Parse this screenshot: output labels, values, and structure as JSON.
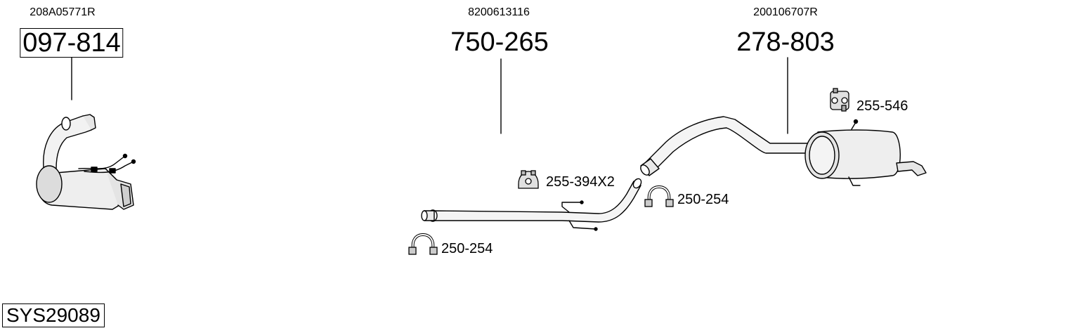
{
  "parts": [
    {
      "oe_code": "208A05771R",
      "part_number": "097-814"
    },
    {
      "oe_code": "8200613116",
      "part_number": "750-265"
    },
    {
      "oe_code": "200106707R",
      "part_number": "278-803"
    }
  ],
  "accessories": {
    "mount_front": "255-394X2",
    "clamp_front": "250-254",
    "clamp_mid": "250-254",
    "mount_rear": "255-546"
  },
  "system_id": "SYS29089"
}
